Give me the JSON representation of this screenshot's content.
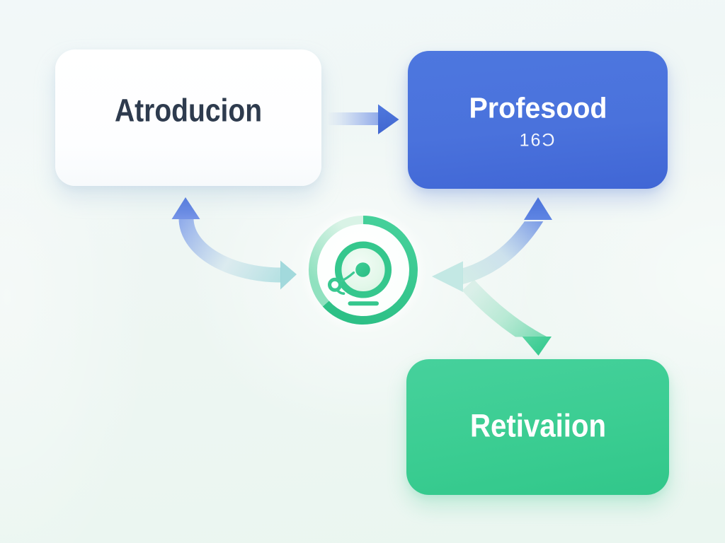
{
  "page": {
    "background_top_color": "#f2f8f9",
    "background_bottom_color": "#eaf6f0"
  },
  "diagram": {
    "type": "flowchart",
    "nodes": [
      {
        "id": "intro",
        "label": "Atroducion",
        "fill": "#ffffff",
        "text_color": "#2e3b4e"
      },
      {
        "id": "profesood",
        "label": "Profesood",
        "sublabel": "16Ɔ",
        "fill": "#4a72dc",
        "text_color": "#ffffff"
      },
      {
        "id": "retivaiion",
        "label": "Retivaiion",
        "fill": "#3bcd92",
        "text_color": "#ffffff"
      }
    ],
    "hub_icon": {
      "name": "gong-target-icon",
      "ring_color": "#35c78d",
      "ring_light_color": "#b9ecd4",
      "dot_color": "#2ec189",
      "face_color": "#ffffff"
    },
    "edges": [
      {
        "from": "intro",
        "to": "profesood",
        "style": "straight-right",
        "color": "#4a72dc"
      },
      {
        "from": "hub",
        "to": "intro",
        "style": "curved-double-head",
        "colors": [
          "#5b83e4",
          "#8fd0d4"
        ]
      },
      {
        "from": "hub",
        "to": "profesood",
        "style": "curved-double-head",
        "colors": [
          "#4a74dd",
          "#aadedd"
        ]
      },
      {
        "from": "profesood",
        "to": "retivaiion",
        "style": "curved-down",
        "color": "#3ecd92"
      }
    ]
  }
}
